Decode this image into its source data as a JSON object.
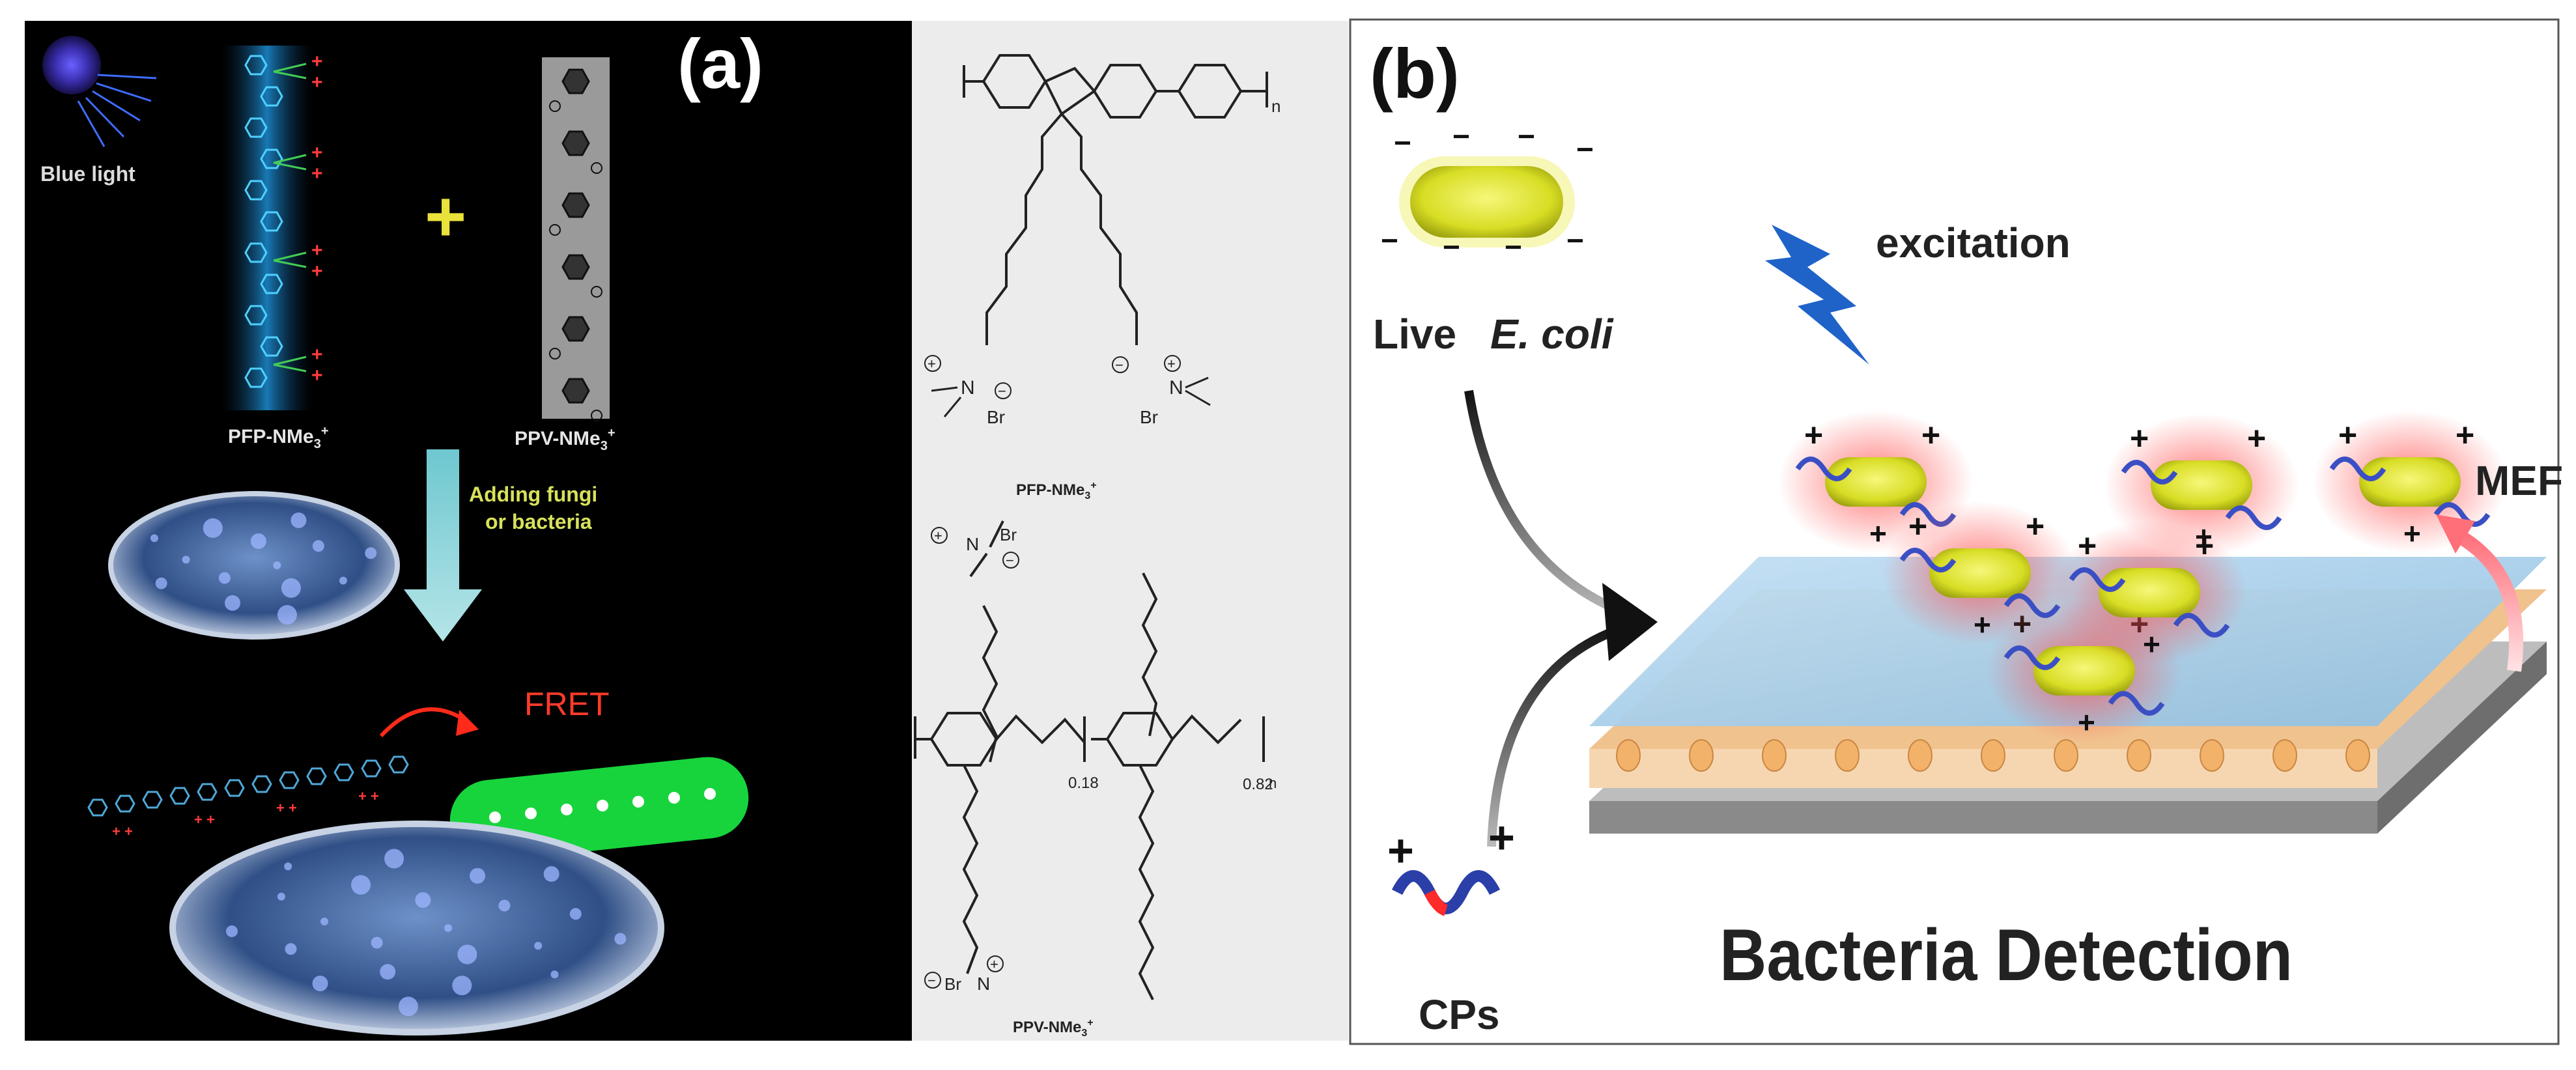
{
  "panel_a": {
    "label": "(a)",
    "blue_light": "Blue light",
    "plus_sign": "+",
    "pfp_label": "PFP-NMe",
    "pfp_sup": "3",
    "pfp_charge": "+",
    "ppv_label": "PPV-NMe",
    "ppv_sup": "3",
    "ppv_charge": "+",
    "adding_line1": "Adding fungi",
    "adding_line2": "or bacteria",
    "fret": "FRET"
  },
  "structures": {
    "pfp_name": "PFP-NMe",
    "pfp_sub": "3",
    "pfp_charge": "+",
    "ppv_name": "PPV-NMe",
    "ppv_sub": "3",
    "ppv_charge": "+",
    "repeat_n": "n",
    "br": "Br",
    "n_atom": "N",
    "frac1": "0.18",
    "frac2": "0.82",
    "plus_circle": "+",
    "minus_circle": "−"
  },
  "panel_b": {
    "label": "(b)",
    "live": "Live",
    "ecoli": "E. coli",
    "excitation": "excitation",
    "mef": "MEF",
    "cps": "CPs",
    "title": "Bacteria Detection",
    "plus": "+",
    "minus": "−"
  },
  "colors": {
    "panel_a_bg": "#000000",
    "structure_bg": "#ececec",
    "pfp_glow": "#2fb6ff",
    "fret_red": "#ff2a1a",
    "bacterium_green": "#17d43c",
    "arrow_cyan": "#8fd3d6",
    "bacteria_yellow": "#e7ea3a",
    "charge_red": "#ff3b3b",
    "substrate_blue": "#a9cfe8",
    "lightning_blue": "#1f63c9"
  }
}
